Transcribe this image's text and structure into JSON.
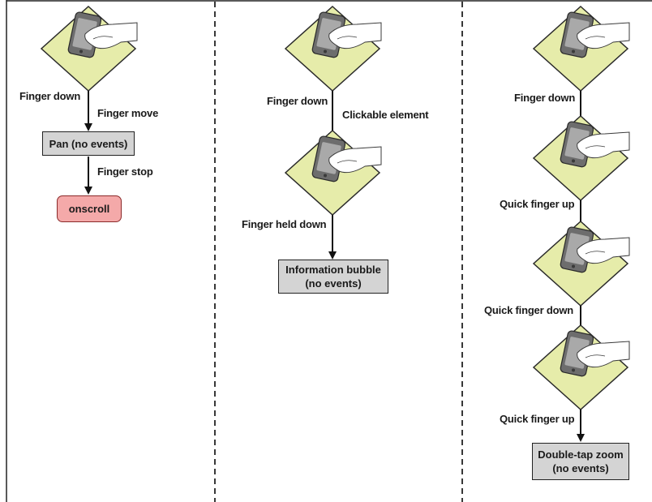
{
  "columns": [
    {
      "labels": {
        "finger_down": "Finger down",
        "finger_move": "Finger move",
        "finger_stop": "Finger stop"
      },
      "boxes": {
        "pan": "Pan (no events)",
        "onscroll": "onscroll"
      }
    },
    {
      "labels": {
        "finger_down": "Finger down",
        "clickable": "Clickable element",
        "held_down": "Finger held down"
      },
      "boxes": {
        "bubble_line1": "Information bubble",
        "bubble_line2": "(no events)"
      }
    },
    {
      "labels": {
        "finger_down": "Finger down",
        "quick_up_1": "Quick finger up",
        "quick_down": "Quick finger down",
        "quick_up_2": "Quick finger up"
      },
      "boxes": {
        "zoom_line1": "Double-tap zoom",
        "zoom_line2": "(no events)"
      }
    }
  ],
  "colors": {
    "pad": "#e6ecaa",
    "pad_stroke": "#2a2a2a",
    "box": "#d4d4d4",
    "onscroll": "#f4a9a9",
    "divider": "#222222"
  }
}
